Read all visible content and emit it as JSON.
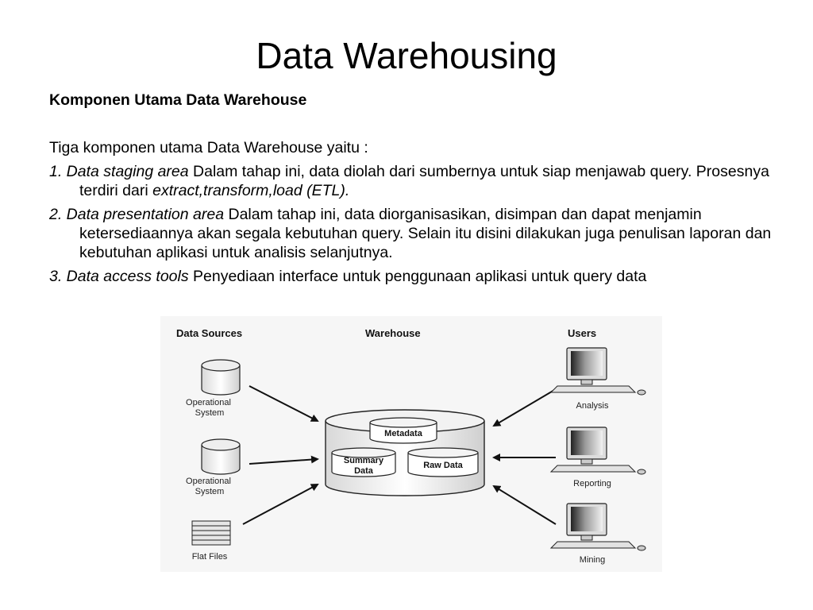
{
  "slide": {
    "title": "Data Warehousing",
    "subtitle": "Komponen Utama Data Warehouse",
    "intro": "Tiga komponen utama Data Warehouse yaitu :",
    "items": [
      {
        "term": "1. Data staging area",
        "text": " Dalam tahap ini, data diolah dari sumbernya untuk siap menjawab query. Prosesnya terdiri dari ",
        "tail": "extract,transform,load (ETL)."
      },
      {
        "term": "2. Data presentation area",
        "text": " Dalam tahap ini, data diorganisasikan, disimpan dan dapat menjamin ketersediaannya akan segala kebutuhan query. Selain itu disini dilakukan juga penulisan laporan dan kebutuhan aplikasi untuk analisis selanjutnya.",
        "tail": ""
      },
      {
        "term": "3. Data access tools",
        "text": " Penyediaan interface untuk penggunaan aplikasi untuk query data",
        "tail": ""
      }
    ]
  },
  "diagram": {
    "headers": {
      "sources": "Data Sources",
      "warehouse": "Warehouse",
      "users": "Users"
    },
    "sources": [
      "Operational System",
      "Operational System",
      "Flat Files"
    ],
    "warehouse_parts": {
      "metadata": "Metadata",
      "summary_line1": "Summary",
      "summary_line2": "Data",
      "raw": "Raw Data"
    },
    "users": [
      "Analysis",
      "Reporting",
      "Mining"
    ]
  }
}
